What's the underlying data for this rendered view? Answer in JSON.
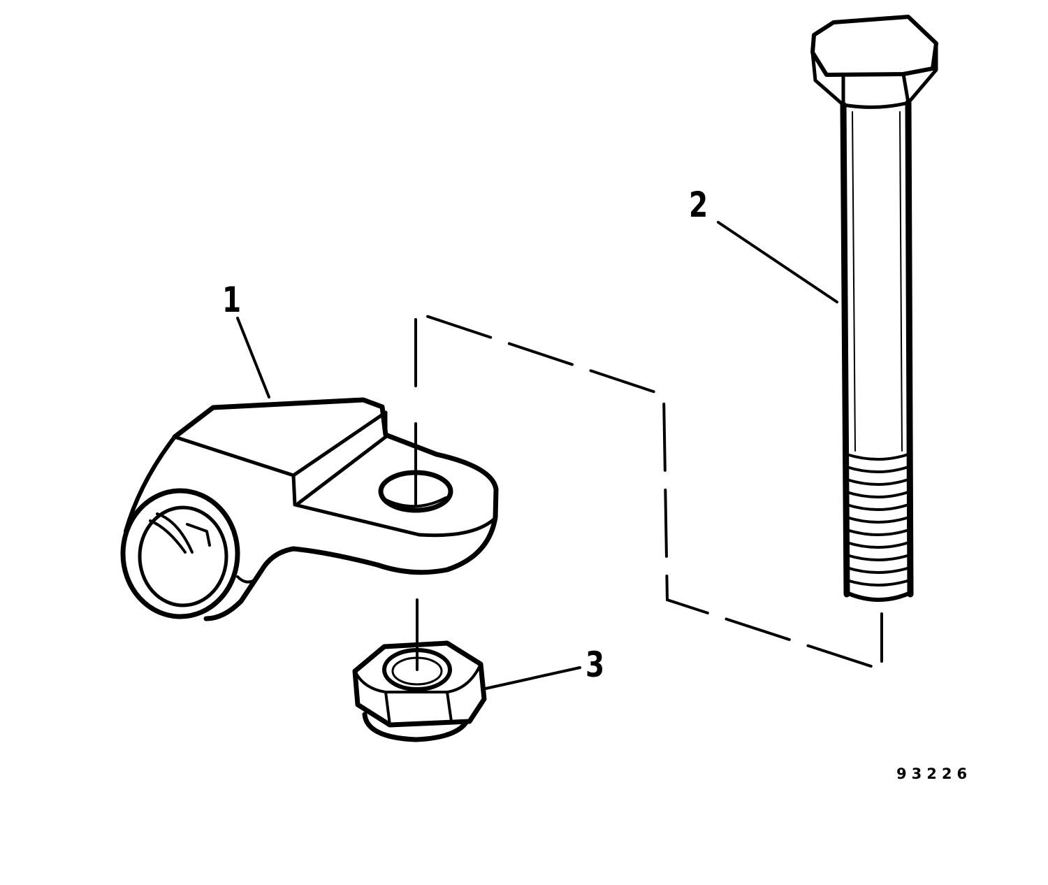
{
  "callouts": {
    "part_1": "1",
    "part_2": "2",
    "part_3": "3"
  },
  "figure_number": "93226",
  "colors": {
    "ink": "#000000",
    "paper": "#ffffff"
  }
}
